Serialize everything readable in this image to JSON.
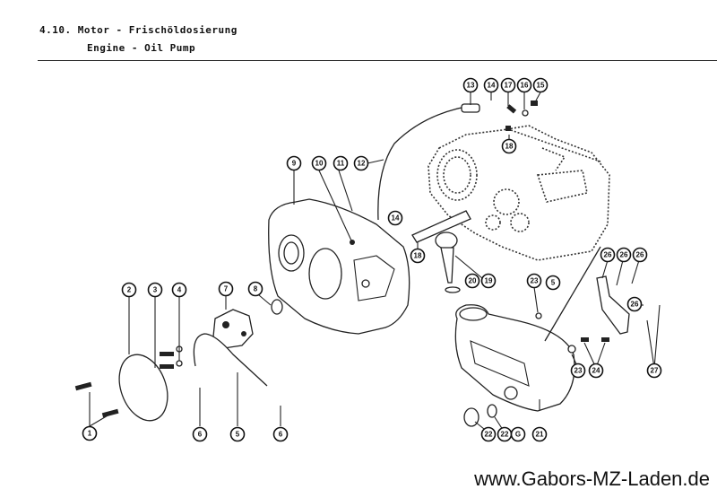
{
  "header": {
    "section": "4.10.",
    "title_de": "Motor - Frischöldosierung",
    "title_en": "Engine - Oil Pump"
  },
  "footer": {
    "website": "www.Gabors-MZ-Laden.de"
  },
  "callouts": {
    "c1": "1",
    "c2": "2",
    "c3": "3",
    "c4": "4",
    "c5a": "5",
    "c5b": "5",
    "c6a": "6",
    "c6b": "6",
    "c7": "7",
    "c8": "8",
    "c9": "9",
    "c10": "10",
    "c11": "11",
    "c12": "12",
    "c13": "13",
    "c14a": "14",
    "c14b": "14",
    "c15": "15",
    "c16": "16",
    "c17": "17",
    "c18a": "18",
    "c18b": "18",
    "c19": "19",
    "c20": "20",
    "c21": "21",
    "c22a": "22",
    "c22b": "22",
    "c22c": "G",
    "c23a": "23",
    "c23b": "23",
    "c24": "24",
    "c26a": "26",
    "c26b": "26",
    "c26c": "26",
    "c26d": "26",
    "c27": "27"
  }
}
